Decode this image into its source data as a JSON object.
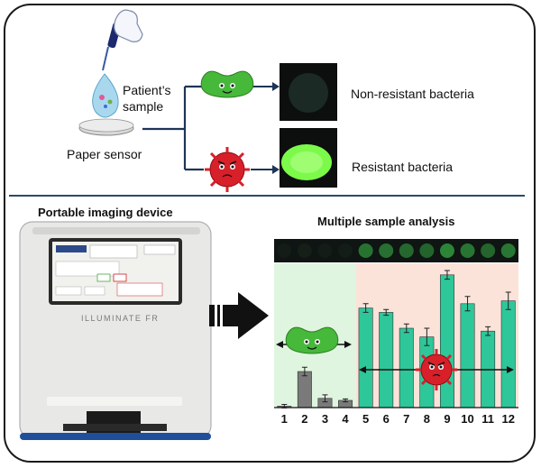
{
  "top": {
    "patient_label_1": "Patient’s",
    "patient_label_2": "sample",
    "sensor_label": "Paper sensor",
    "non_resistant_label": "Non-resistant bacteria",
    "resistant_label": "Resistant bacteria"
  },
  "bottom": {
    "device_title": "Portable imaging device",
    "analysis_title": "Multiple sample analysis",
    "device_brand": "ILLUMINATE FR"
  },
  "chart_data": {
    "type": "bar",
    "categories": [
      "1",
      "2",
      "3",
      "4",
      "5",
      "6",
      "7",
      "8",
      "9",
      "10",
      "11",
      "12"
    ],
    "values": [
      0.05,
      1.25,
      0.32,
      0.25,
      3.45,
      3.3,
      2.75,
      2.45,
      4.6,
      3.6,
      2.65,
      3.7
    ],
    "errors": [
      0.06,
      0.15,
      0.12,
      0.05,
      0.15,
      0.1,
      0.15,
      0.3,
      0.15,
      0.25,
      0.15,
      0.3
    ],
    "ylim": [
      0,
      5
    ],
    "colors": {
      "non_resistant": "#7a7a7a",
      "resistant": "#2ec79a"
    }
  },
  "colors": {
    "good_bacteria": "#46b83a",
    "bad_bacteria": "#d8202a",
    "non_resistant_bg": "#dff5df",
    "resistant_bg": "#fbe3da"
  }
}
